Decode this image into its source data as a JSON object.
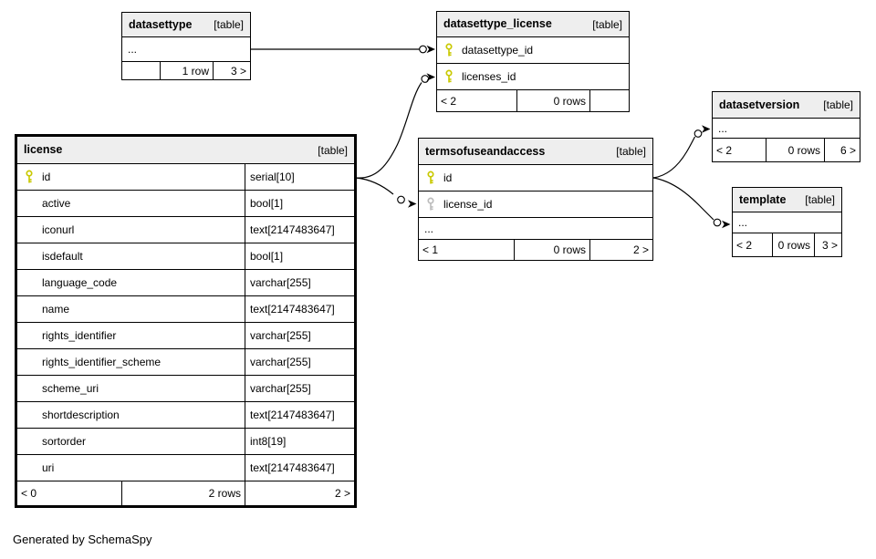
{
  "page": {
    "footer_note": "Generated by SchemaSpy"
  },
  "colors": {
    "header_bg": "#eeeeee",
    "primary_key": "#c9c900",
    "foreign_key": "#bcbcbc",
    "line": "#000000"
  },
  "tables": {
    "datasettype": {
      "name": "datasettype",
      "tag": "[table]",
      "ellipsis": "...",
      "footer": {
        "left": "",
        "center": "1 row",
        "right": "3 >"
      }
    },
    "datasettype_license": {
      "name": "datasettype_license",
      "tag": "[table]",
      "columns": [
        {
          "name": "datasettype_id",
          "key": "primary"
        },
        {
          "name": "licenses_id",
          "key": "primary"
        }
      ],
      "footer": {
        "left": "< 2",
        "center": "0 rows",
        "right": ""
      }
    },
    "license": {
      "name": "license",
      "tag": "[table]",
      "columns": [
        {
          "name": "id",
          "type": "serial[10]",
          "key": "primary"
        },
        {
          "name": "active",
          "type": "bool[1]"
        },
        {
          "name": "iconurl",
          "type": "text[2147483647]"
        },
        {
          "name": "isdefault",
          "type": "bool[1]"
        },
        {
          "name": "language_code",
          "type": "varchar[255]"
        },
        {
          "name": "name",
          "type": "text[2147483647]"
        },
        {
          "name": "rights_identifier",
          "type": "varchar[255]"
        },
        {
          "name": "rights_identifier_scheme",
          "type": "varchar[255]"
        },
        {
          "name": "scheme_uri",
          "type": "varchar[255]"
        },
        {
          "name": "shortdescription",
          "type": "text[2147483647]"
        },
        {
          "name": "sortorder",
          "type": "int8[19]"
        },
        {
          "name": "uri",
          "type": "text[2147483647]"
        }
      ],
      "footer": {
        "left": "< 0",
        "center": "2 rows",
        "right": "2 >"
      }
    },
    "termsofuseandaccess": {
      "name": "termsofuseandaccess",
      "tag": "[table]",
      "columns": [
        {
          "name": "id",
          "key": "primary"
        },
        {
          "name": "license_id",
          "key": "foreign"
        }
      ],
      "ellipsis": "...",
      "footer": {
        "left": "< 1",
        "center": "0 rows",
        "right": "2 >"
      }
    },
    "datasetversion": {
      "name": "datasetversion",
      "tag": "[table]",
      "ellipsis": "...",
      "footer": {
        "left": "< 2",
        "center": "0 rows",
        "right": "6 >"
      }
    },
    "template": {
      "name": "template",
      "tag": "[table]",
      "ellipsis": "...",
      "footer": {
        "left": "< 2",
        "center": "0 rows",
        "right": "3 >"
      }
    }
  }
}
